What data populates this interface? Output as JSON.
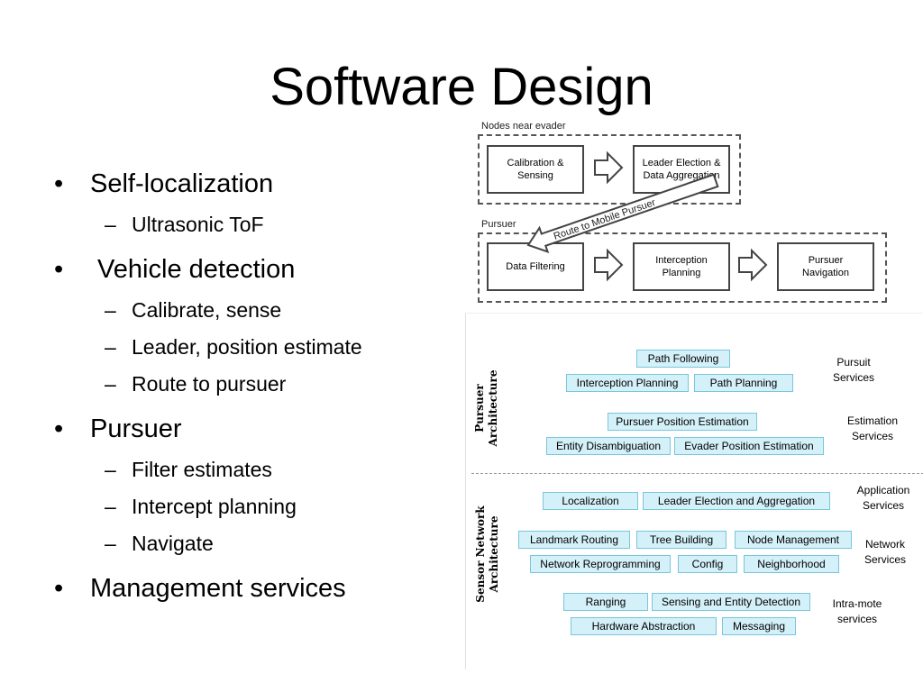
{
  "slide": {
    "title": "Software Design",
    "bullets": [
      {
        "text": "Self-localization",
        "sub": [
          "Ultrasonic ToF"
        ]
      },
      {
        "text": " Vehicle detection",
        "sub": [
          "Calibrate, sense",
          "Leader, position estimate",
          "Route to pursuer"
        ]
      },
      {
        "text": "Pursuer",
        "sub": [
          "Filter estimates",
          "Intercept planning",
          "Navigate"
        ]
      },
      {
        "text": "Management services",
        "sub": []
      }
    ]
  },
  "flow": {
    "groups": [
      "Nodes near evader",
      "Pursuer"
    ],
    "boxes": [
      "Calibration &\nSensing",
      "Leader Election &\nData Aggregation",
      "Data Filtering",
      "Interception\nPlanning",
      "Pursuer\nNavigation"
    ],
    "route_label": "Route to Mobile Pursuer"
  },
  "arch": {
    "sections": [
      "Pursuer\nArchitecture",
      "Sensor Network\nArchitecture"
    ],
    "boxes": [
      "Path Following",
      "Interception Planning",
      "Path Planning",
      "Pursuer Position Estimation",
      "Entity Disambiguation",
      "Evader Position Estimation",
      "Localization",
      "Leader Election and Aggregation",
      "Landmark Routing",
      "Tree Building",
      "Node Management",
      "Network Reprogramming",
      "Config",
      "Neighborhood",
      "Ranging",
      "Sensing and Entity Detection",
      "Hardware Abstraction",
      "Messaging"
    ],
    "services": [
      "Pursuit\nServices",
      "Estimation\nServices",
      "Application\nServices",
      "Network\nServices",
      "Intra-mote\nservices"
    ]
  },
  "colors": {
    "box_fill": "#d4f0f8",
    "box_border": "#78c7dc"
  }
}
